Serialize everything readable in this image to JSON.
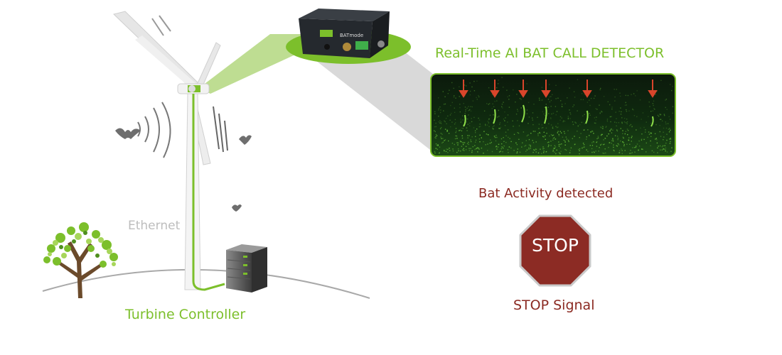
{
  "labels": {
    "ethernet": "Ethernet",
    "turbine_controller": "Turbine Controller",
    "detector_title": "Real-Time AI BAT CALL DETECTOR",
    "bat_activity": "Bat Activity detected",
    "stop_sign_text": "STOP",
    "stop_signal": "STOP Signal",
    "device_brand": "BATmode"
  },
  "colors": {
    "green_accent": "#7cbf2b",
    "dark_red": "#8b2a22",
    "stop_red": "#8c2b24",
    "arrow_red": "#d9452b",
    "ethernet_gray": "#bdbdbd"
  },
  "icons": {
    "tree": "tree-icon",
    "turbine": "wind-turbine-icon",
    "server": "server-icon",
    "device": "detector-device-icon",
    "bat": "bat-icon",
    "sound_waves": "sound-waves-icon",
    "stop_sign": "stop-sign-icon",
    "detection_arrow": "arrow-down-icon"
  }
}
